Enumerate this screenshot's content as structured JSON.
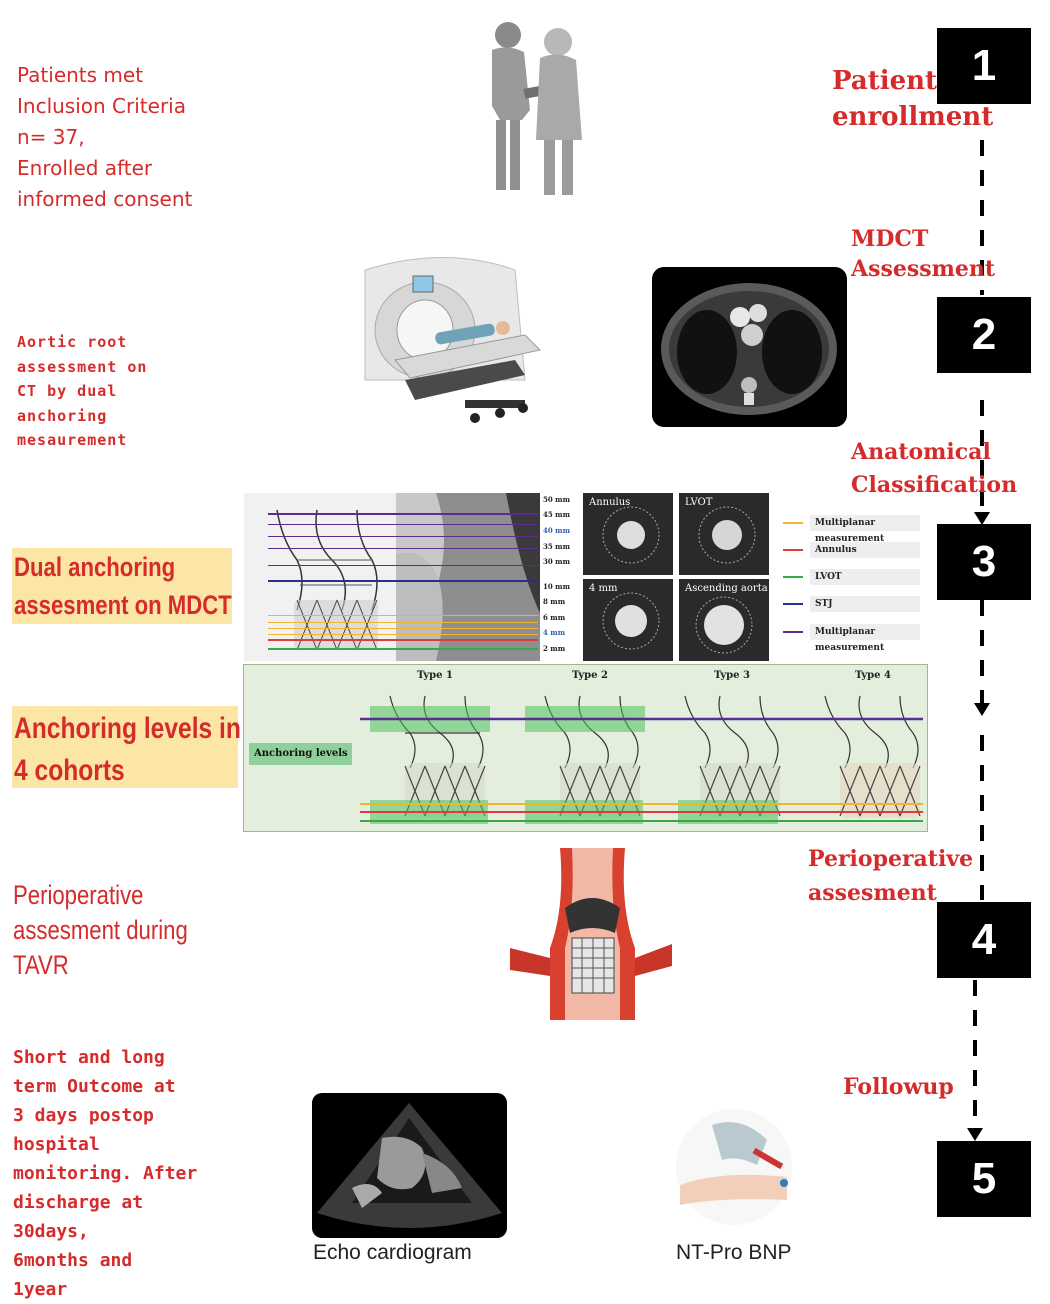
{
  "colors": {
    "accent_red": "#d62b2b",
    "highlight": "#fbe6a6",
    "step_box": "#000000",
    "panel_green": "#e3efdc"
  },
  "left_labels": {
    "enrollment": [
      "Patients met",
      "Inclusion Criteria",
      "n= 37,",
      "Enrolled  after",
      "informed consent"
    ],
    "aortic_root": [
      "Aortic root",
      "assessment on",
      "CT by dual",
      "anchoring",
      "mesaurement"
    ],
    "dual_anchoring": [
      "Dual anchoring",
      "assesment on MDCT"
    ],
    "anchoring_levels": [
      "Anchoring levels in",
      "4 cohorts"
    ],
    "perioperative": [
      "Perioperative",
      "assesment during",
      "TAVR"
    ],
    "outcome": [
      "Short and long",
      "term Outcome at",
      "3 days postop",
      "hospital",
      "monitoring. After",
      "discharge at",
      "30days,",
      "6months and",
      "1year"
    ]
  },
  "steps": [
    {
      "number": "1",
      "label": [
        "Patient",
        "enrollment"
      ]
    },
    {
      "number": "2",
      "label": [
        "MDCT",
        "Assessment"
      ]
    },
    {
      "number": "3",
      "label": [
        "Anatomical",
        "Classification"
      ]
    },
    {
      "number": "4",
      "label": [
        "Perioperative",
        "assesment"
      ]
    },
    {
      "number": "5",
      "label": [
        "Followup"
      ]
    }
  ],
  "mm_scale": [
    "50 mm",
    "45 mm",
    "40 mm",
    "35 mm",
    "30 mm",
    "10 mm",
    "8 mm",
    "6 mm",
    "4 mm",
    "2 mm"
  ],
  "ct_panels": [
    "Annulus",
    "LVOT",
    "4 mm",
    "Ascending aorta"
  ],
  "legend": [
    {
      "label": "Multiplanar measurement",
      "color": "#f2b233"
    },
    {
      "label": "Annulus",
      "color": "#e03a3a"
    },
    {
      "label": "LVOT",
      "color": "#3aa84a"
    },
    {
      "label": "STJ",
      "color": "#2a2f8f"
    },
    {
      "label": "Multiplanar measurement",
      "color": "#5b2d91"
    }
  ],
  "cohort_types": [
    "Type 1",
    "Type 2",
    "Type 3",
    "Type 4"
  ],
  "anchoring_levels_label": "Anchoring levels",
  "captions": {
    "echo": "Echo cardiogram",
    "bnp": "NT-Pro BNP"
  }
}
